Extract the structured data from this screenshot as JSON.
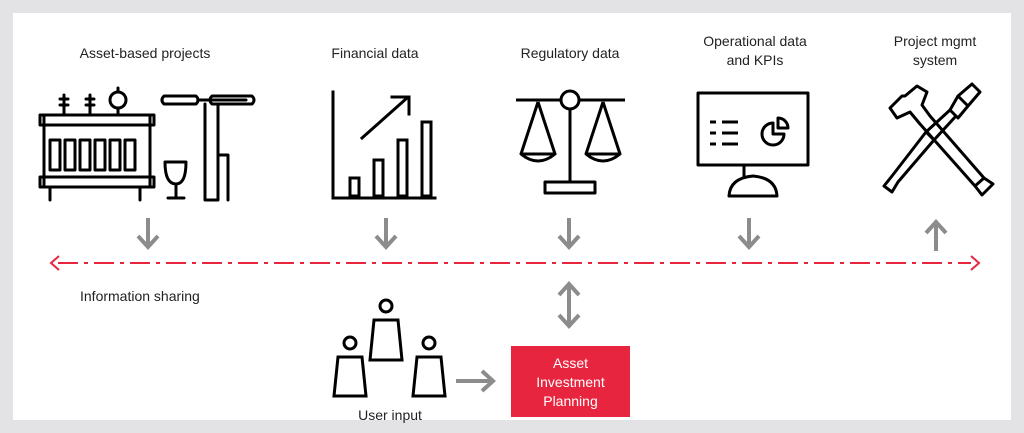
{
  "sources": [
    {
      "label": "Asset-based projects",
      "icon": "transformer-and-pole-icon",
      "flow": "down"
    },
    {
      "label": "Financial data",
      "icon": "growth-bar-chart-icon",
      "flow": "down"
    },
    {
      "label": "Regulatory data",
      "icon": "balance-scale-icon",
      "flow": "down"
    },
    {
      "label": "Operational data\nand KPIs",
      "icon": "dashboard-monitor-icon",
      "flow": "down"
    },
    {
      "label": "Project mgmt\nsystem",
      "icon": "wrench-screwdriver-icon",
      "flow": "up"
    }
  ],
  "info_sharing": {
    "label": "Information sharing"
  },
  "user_input": {
    "label": "User input",
    "icon": "user-group-icon"
  },
  "planning": {
    "label": "Asset\nInvestment\nPlanning"
  },
  "colors": {
    "accent": "#e8253f",
    "arrow_gray": "#8c8c8c",
    "icon_stroke": "#000000",
    "frame_bg": "#e3e3e6"
  }
}
